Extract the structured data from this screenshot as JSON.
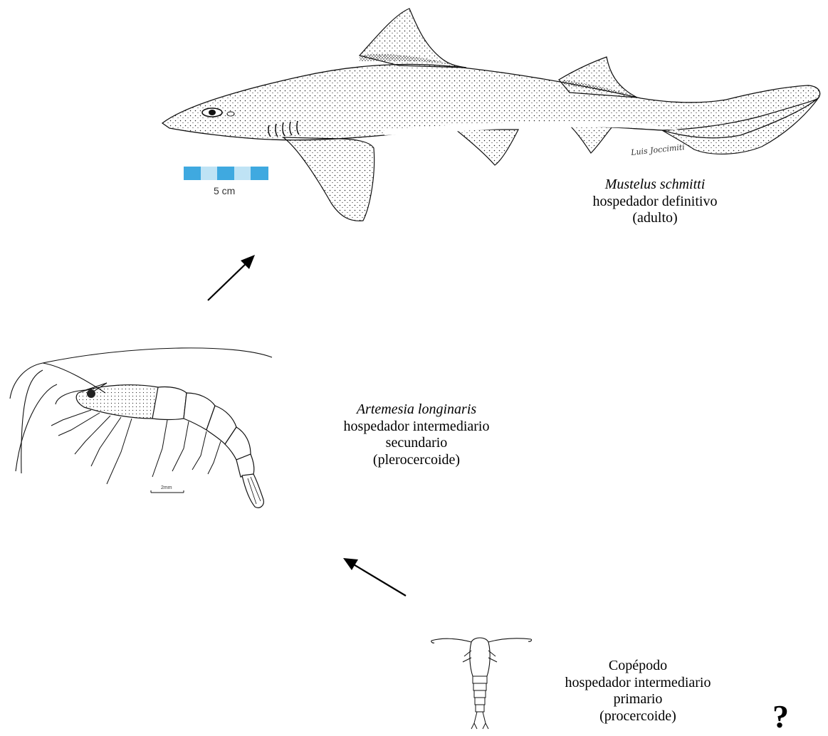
{
  "shark": {
    "species": "Mustelus schmitti",
    "role": "hospedador definitivo",
    "stage": "(adulto)",
    "scale_label": "5 cm",
    "scale_colors": [
      "#3fa9e0",
      "#bfe3f5"
    ],
    "signature": "Luis Joccimiti"
  },
  "shrimp": {
    "species": "Artemesia longinaris",
    "role_line1": "hospedador intermediario",
    "role_line2": "secundario",
    "stage": "(plerocercoide)",
    "scale_label": "2mm"
  },
  "copepod": {
    "name": "Copépodo",
    "role_line1": "hospedador intermediario",
    "role_line2": "primario",
    "stage": "(procercoide)"
  },
  "unknown_host": "?"
}
